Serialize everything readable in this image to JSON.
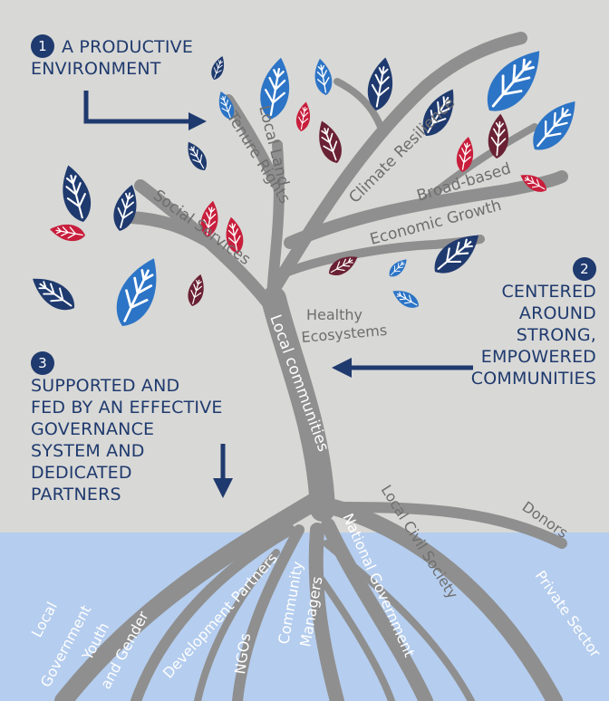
{
  "colors": {
    "background_top": "#d8d8d6",
    "background_water": "#b5cdee",
    "trunk": "#8f8f8f",
    "navy": "#1f3a6e",
    "light_blue": "#2c74c6",
    "red": "#c81e3c",
    "maroon": "#6a2133",
    "label_gray": "#6e6e6e"
  },
  "callouts": [
    {
      "number": "1",
      "line1": "A PRODUCTIVE",
      "line2": "ENVIRONMENT"
    },
    {
      "number": "2",
      "lines": [
        "CENTERED",
        "AROUND",
        "STRONG,",
        "EMPOWERED",
        "COMMUNITIES"
      ]
    },
    {
      "number": "3",
      "lines": [
        "SUPPORTED AND",
        "FED BY AN EFFECTIVE",
        "GOVERNANCE",
        "SYSTEM AND",
        "DEDICATED",
        "PARTNERS"
      ]
    }
  ],
  "branches": {
    "local_land": "Local Land",
    "tenure_rights": "Tenure Rights",
    "social_services": "Social Services",
    "climate_resilience": "Climate Resilience",
    "broad_based": "Broad-based",
    "economic_growth": "Economic Growth",
    "healthy": "Healthy",
    "ecosystems": "Ecosystems"
  },
  "trunk_label": "Local communities",
  "roots": {
    "local": "Local",
    "government": "Government",
    "youth": "Youth",
    "and_gender": "and Gender",
    "development_partners": "Development Partners",
    "ngos": "NGOs",
    "community": "Community",
    "managers": "Managers",
    "national_government": "National Government",
    "local_civil_society": "Local Civil Society",
    "donors": "Donors",
    "private_sector": "Private Sector"
  }
}
